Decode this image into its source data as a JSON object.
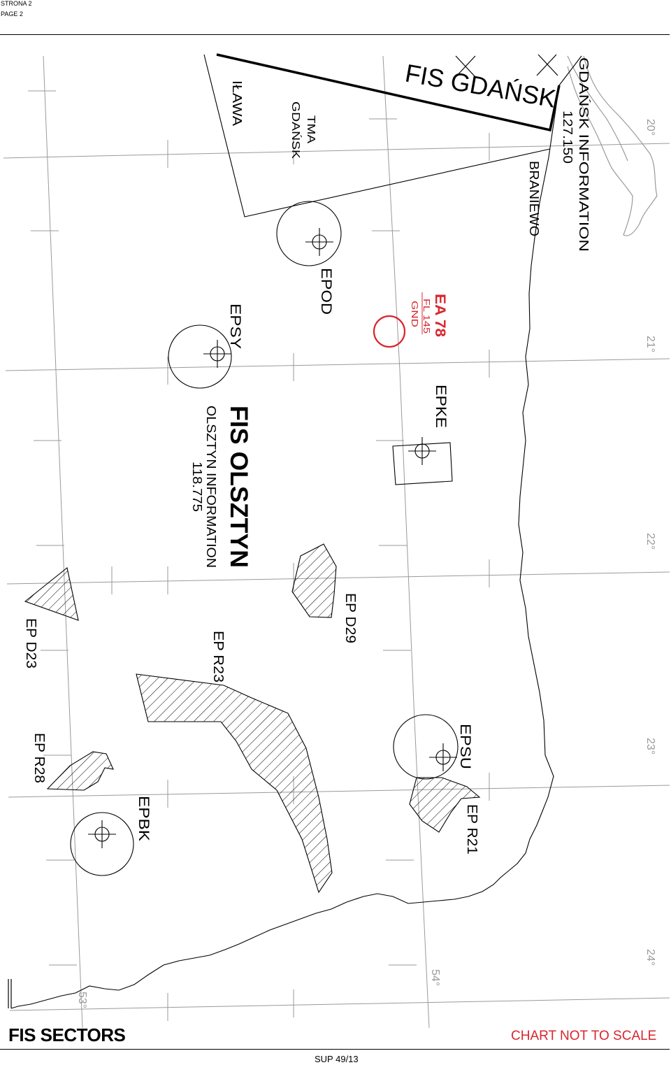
{
  "header": {
    "line1": "STRONA 2",
    "line2": "PAGE 2"
  },
  "footer": {
    "title": "FIS SECTORS",
    "note": "CHART NOT TO SCALE",
    "reference": "SUP 49/13"
  },
  "map": {
    "longitudes": [
      "20°",
      "21°",
      "22°",
      "23°",
      "24°"
    ],
    "latitudes": [
      "53°",
      "54°"
    ],
    "fis_gdansk": {
      "name": "FIS GDAŃSK",
      "service": "GDAŃSK INFORMATION",
      "frequency": "127.150"
    },
    "fis_olsztyn": {
      "name": "FIS OLSZTYN",
      "service": "OLSZTYN INFORMATION",
      "frequency": "118.775"
    },
    "places": {
      "ilawa": "IŁAWA",
      "tma_line1": "TMA",
      "tma_line2": "GDAŃSK",
      "braniewo": "BRANIEWO"
    },
    "aerodromes": {
      "epod": "EPOD",
      "epsy": "EPSY",
      "epke": "EPKE",
      "epsu": "EPSU",
      "epbk": "EPBK"
    },
    "ea78": {
      "name": "EA 78",
      "upper": "FL 145",
      "lower": "GND"
    },
    "restricted": {
      "d29": "EP D29",
      "d23": "EP D23",
      "r23": "EP R23",
      "r28": "EP R28",
      "r21": "EP R21"
    },
    "colors": {
      "ink": "#000000",
      "highlight": "#d8262f",
      "graticule": "#9a9a9a"
    }
  }
}
